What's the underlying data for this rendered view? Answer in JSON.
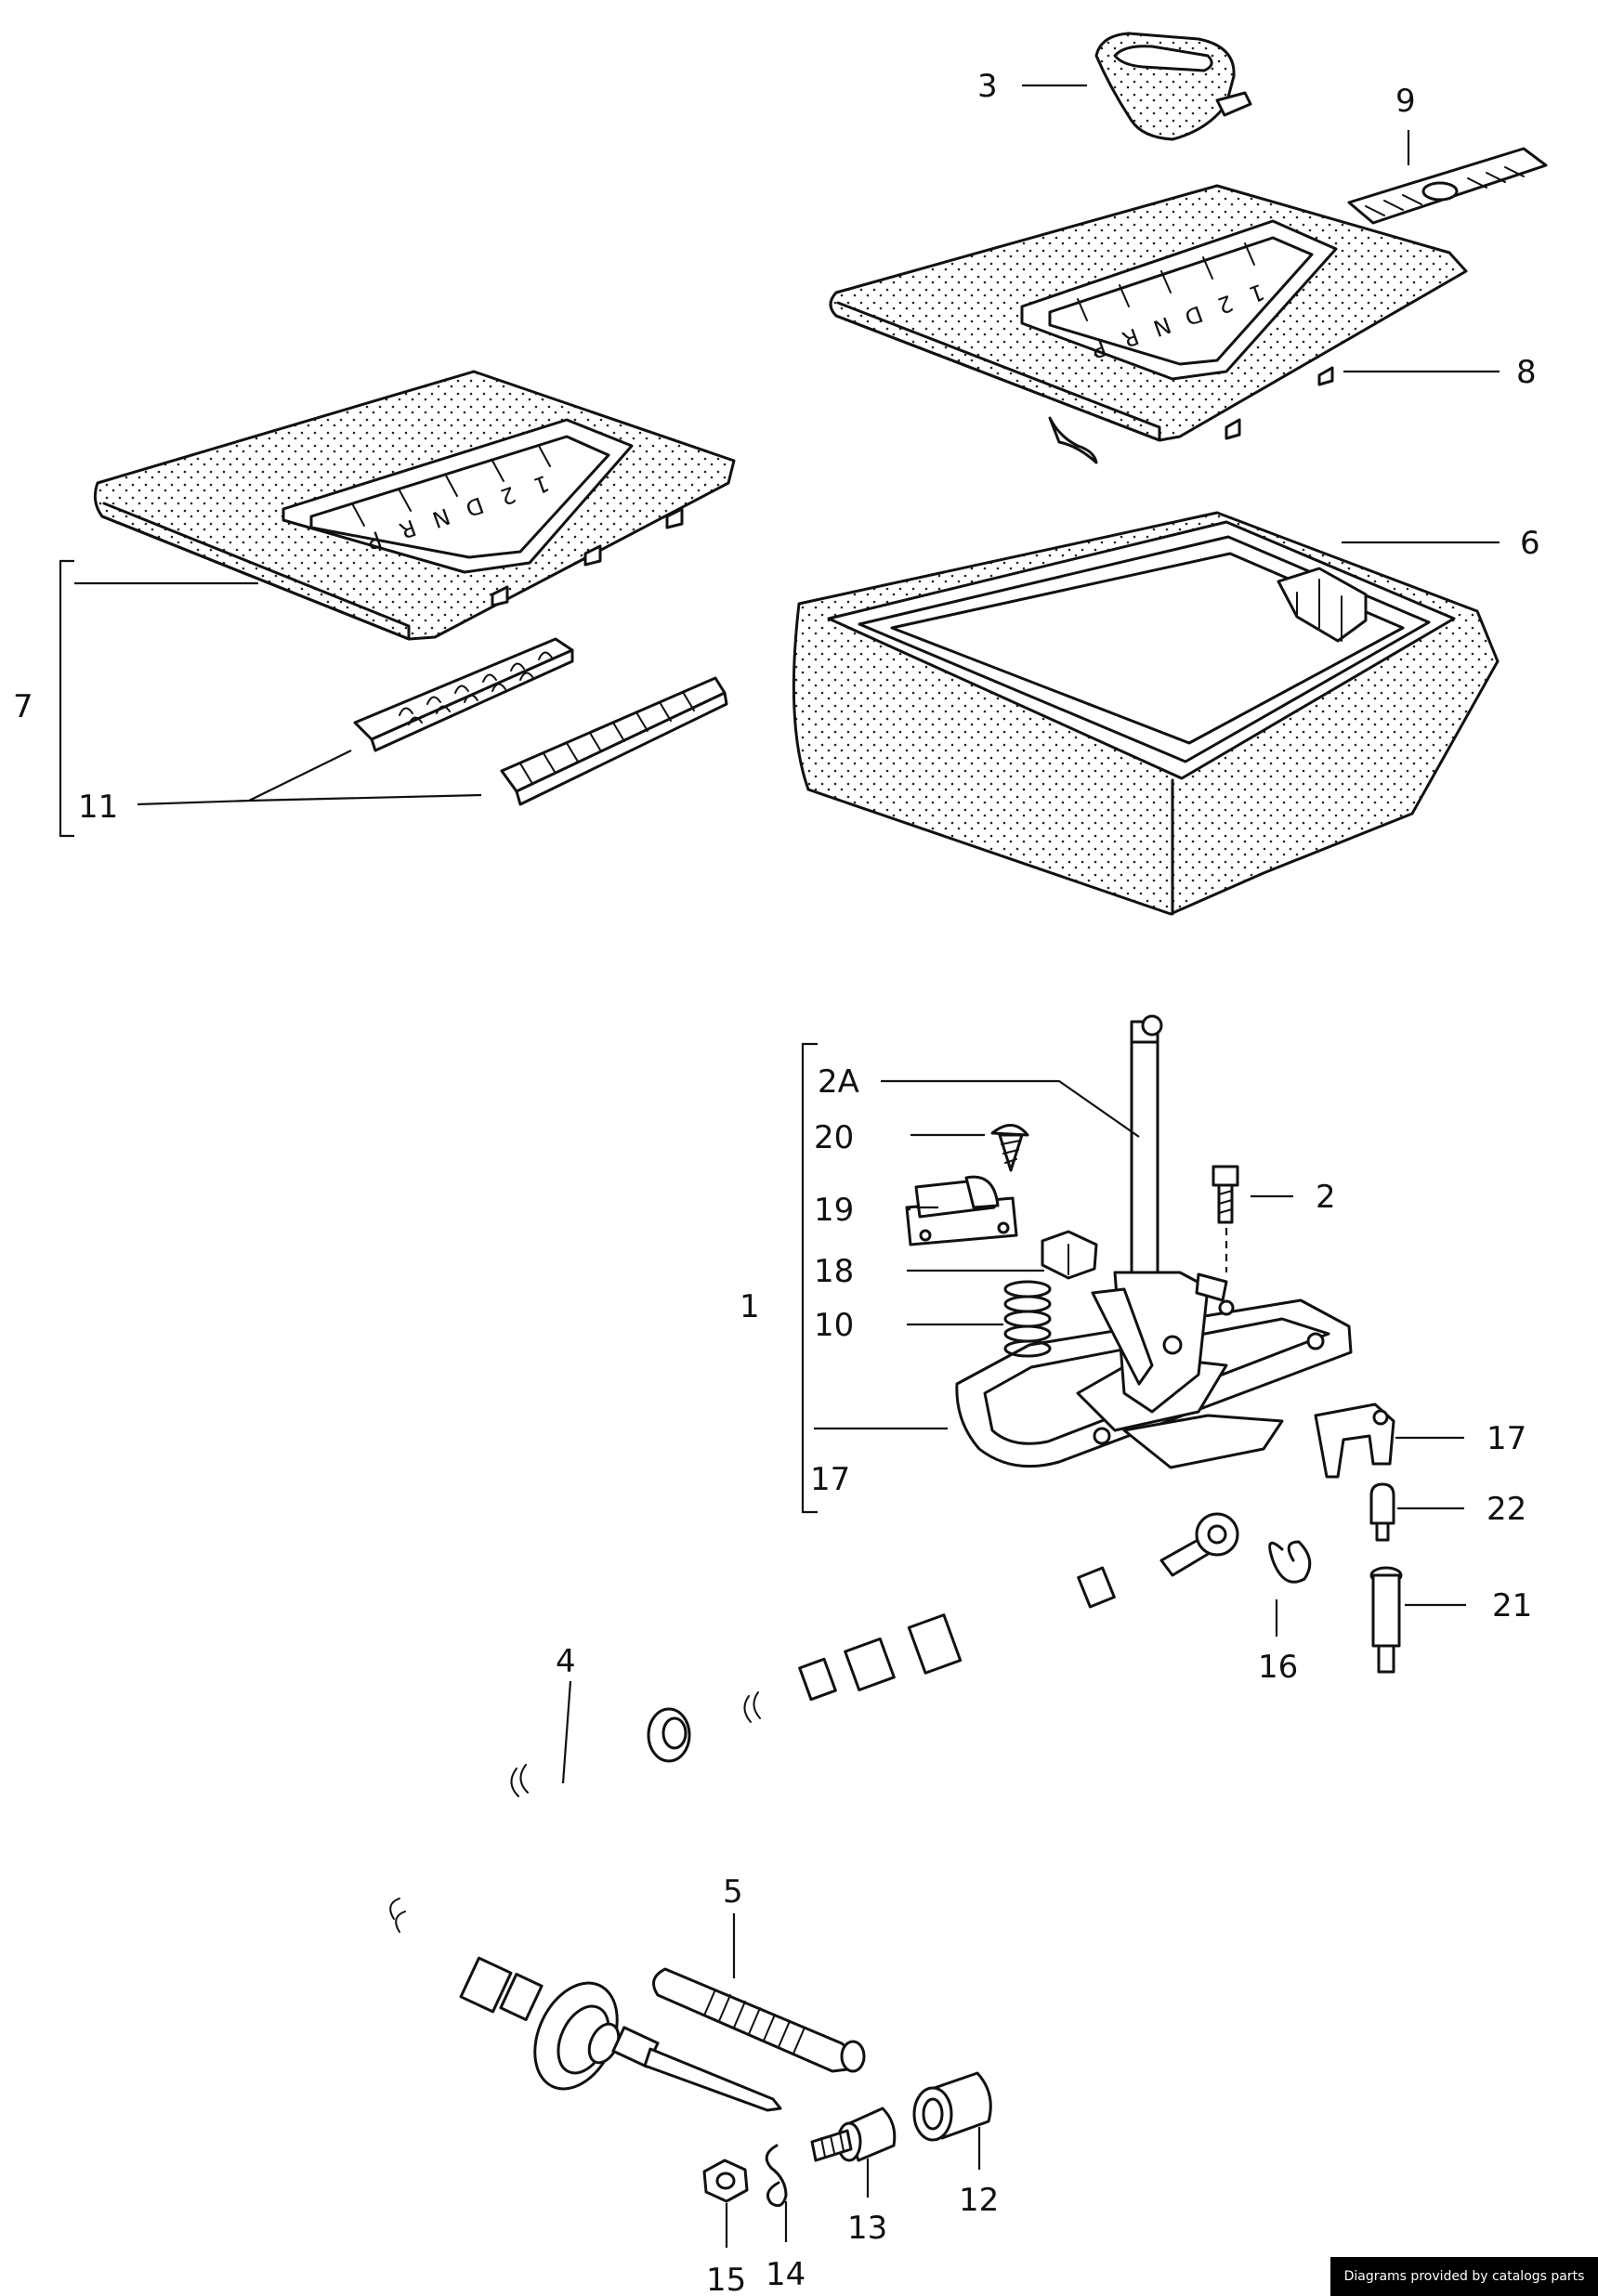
{
  "callouts": [
    {
      "id": "3",
      "label": "3"
    },
    {
      "id": "9",
      "label": "9"
    },
    {
      "id": "8",
      "label": "8"
    },
    {
      "id": "6",
      "label": "6"
    },
    {
      "id": "7",
      "label": "7"
    },
    {
      "id": "11",
      "label": "11"
    },
    {
      "id": "2A",
      "label": "2A"
    },
    {
      "id": "20",
      "label": "20"
    },
    {
      "id": "19",
      "label": "19"
    },
    {
      "id": "18",
      "label": "18"
    },
    {
      "id": "1",
      "label": "1"
    },
    {
      "id": "10",
      "label": "10"
    },
    {
      "id": "17a",
      "label": "17"
    },
    {
      "id": "2",
      "label": "2"
    },
    {
      "id": "17b",
      "label": "17"
    },
    {
      "id": "22",
      "label": "22"
    },
    {
      "id": "21",
      "label": "21"
    },
    {
      "id": "16",
      "label": "16"
    },
    {
      "id": "4",
      "label": "4"
    },
    {
      "id": "5",
      "label": "5"
    },
    {
      "id": "12",
      "label": "12"
    },
    {
      "id": "13",
      "label": "13"
    },
    {
      "id": "14",
      "label": "14"
    },
    {
      "id": "15",
      "label": "15"
    }
  ],
  "gear_letters": [
    "P",
    "R",
    "N",
    "D",
    "2",
    "1"
  ],
  "footer": {
    "text": "Diagrams provided by catalogs parts"
  }
}
